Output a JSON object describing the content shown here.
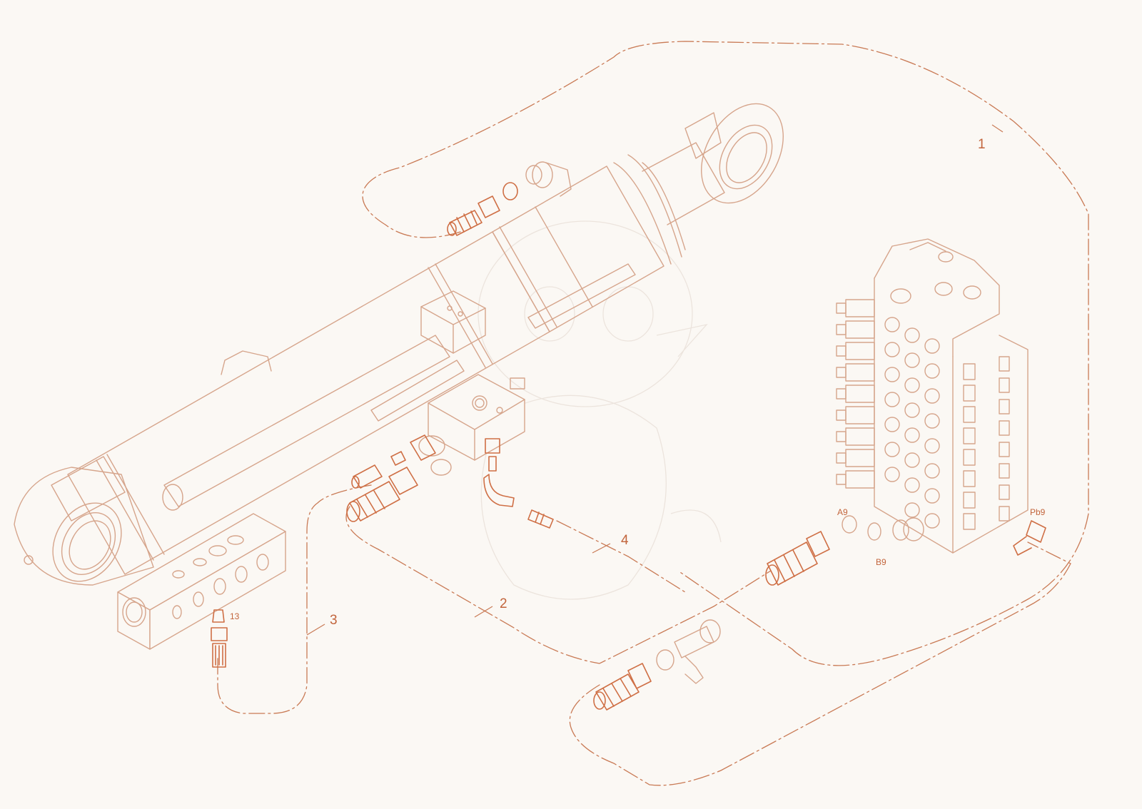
{
  "diagram": {
    "callouts": {
      "c1": "1",
      "c2": "2",
      "c3": "3",
      "c4": "4"
    },
    "ports": {
      "a9": "A9",
      "b9": "B9",
      "pb9": "Pb9",
      "p13": "13"
    },
    "colors": {
      "line": "#d6a58c",
      "accent": "#cf6f45",
      "background": "#fbf8f4"
    }
  }
}
